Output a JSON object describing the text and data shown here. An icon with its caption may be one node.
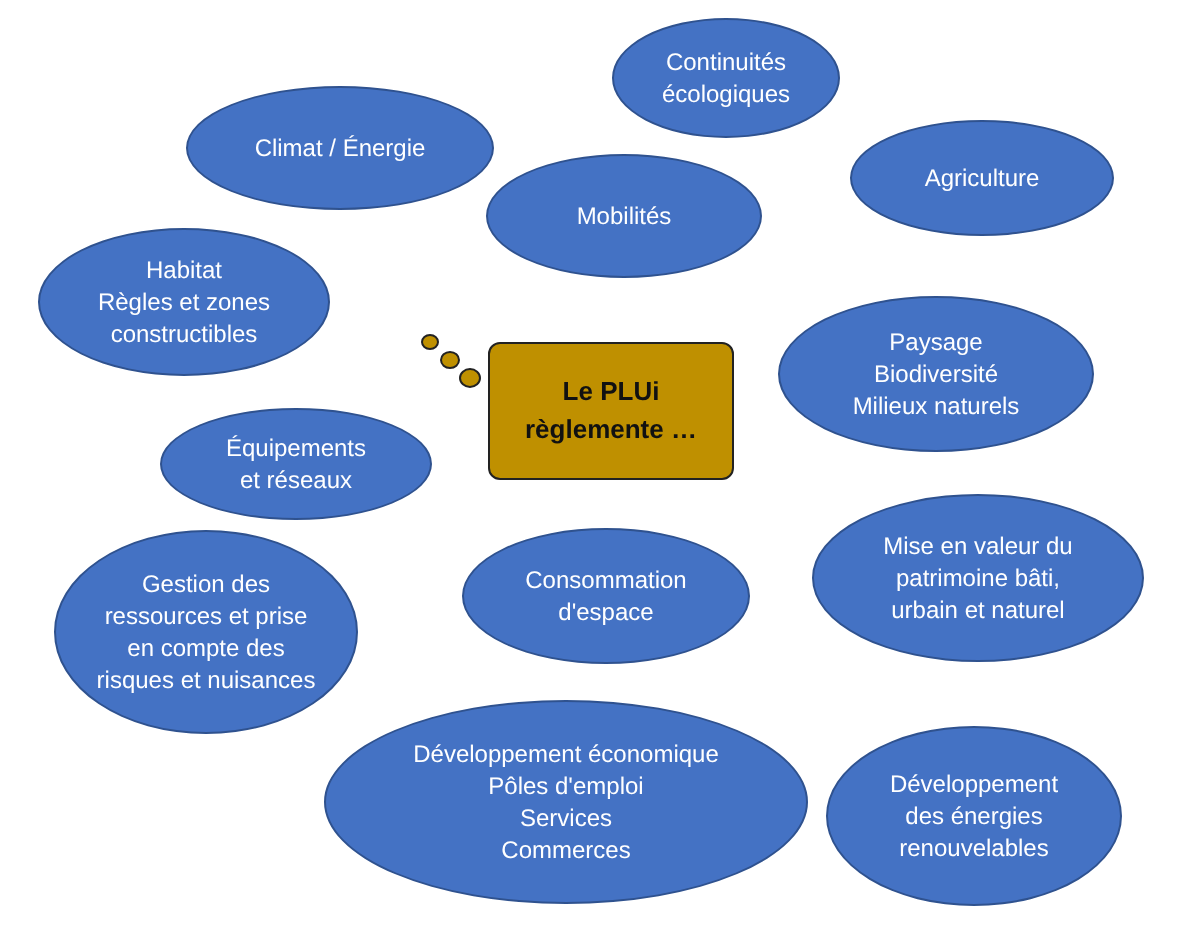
{
  "diagram": {
    "nodes": [
      {
        "text": [
          "Continuités écologiques"
        ]
      },
      {
        "text": [
          "Climat / Énergie"
        ]
      },
      {
        "text": [
          "Agriculture"
        ]
      },
      {
        "text": [
          "Mobilités"
        ]
      },
      {
        "text": [
          "Habitat",
          "Règles et zones constructibles"
        ]
      },
      {
        "text": [
          "Le PLUi règlemente …"
        ]
      },
      {
        "text": [
          "Paysage",
          "Biodiversité",
          "Milieux naturels"
        ]
      },
      {
        "text": [
          "Équipements et réseaux"
        ]
      },
      {
        "text": [
          "Consommation d'espace"
        ]
      },
      {
        "text": [
          "Gestion des ressources et prise en compte des risques et nuisances"
        ]
      },
      {
        "text": [
          "Mise en valeur du patrimoine bâti, urbain et naturel"
        ]
      },
      {
        "text": [
          "Développement économique",
          "Pôles d'emploi",
          "Services",
          "Commerces"
        ]
      },
      {
        "text": [
          "Développement des énergies renouvelables"
        ]
      }
    ]
  }
}
